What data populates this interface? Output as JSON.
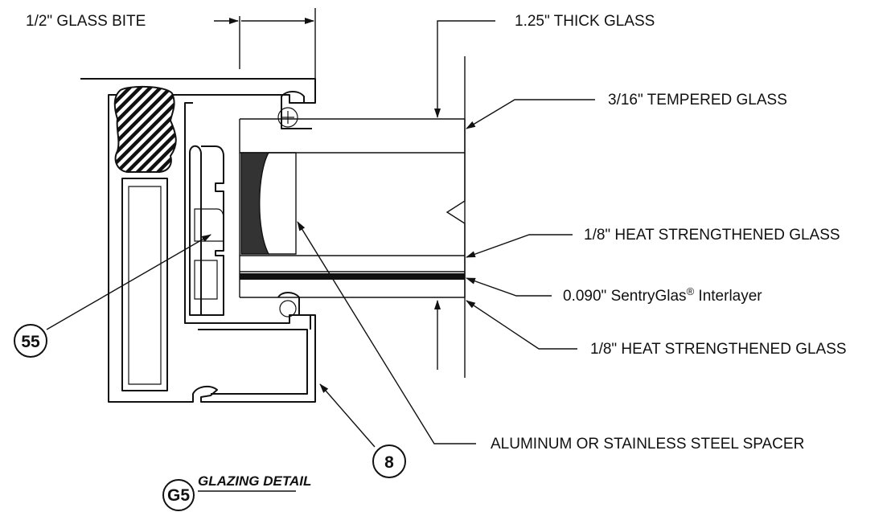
{
  "drawing": {
    "callouts": {
      "glass_bite": "1/2\" GLASS BITE",
      "thick_glass": "1.25\" THICK GLASS",
      "tempered_glass": "3/16\" TEMPERED GLASS",
      "heat_strengthened_top": "1/8\" HEAT STRENGTHENED GLASS",
      "interlayer_prefix": "0.090\" SentryGlas",
      "interlayer_mark": "®",
      "interlayer_suffix": " Interlayer",
      "heat_strengthened_bottom": "1/8\" HEAT STRENGTHENED GLASS",
      "spacer": "ALUMINUM OR STAINLESS STEEL SPACER"
    },
    "bubbles": {
      "b55": "55",
      "b8": "8"
    },
    "detail": {
      "tag": "G5",
      "title": "GLAZING DETAIL"
    }
  }
}
